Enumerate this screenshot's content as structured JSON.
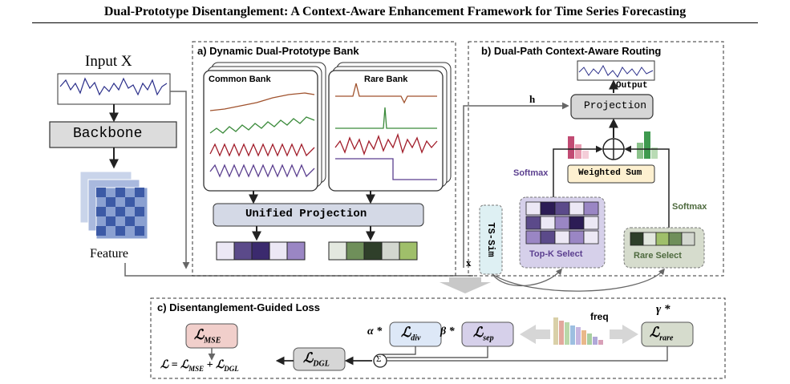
{
  "title": "Dual-Prototype Disentanglement: A Context-Aware Enhancement Framework for Time Series Forecasting",
  "left": {
    "input": "Input X",
    "backbone": "Backbone",
    "feature": "Feature"
  },
  "panel_a": {
    "title": "a) Dynamic Dual-Prototype Bank",
    "common": "Common Bank",
    "rare": "Rare Bank",
    "unified": "Unified Projection"
  },
  "panel_b": {
    "title": "b) Dual-Path Context-Aware Routing",
    "output": "Output",
    "projection": "Projection",
    "h": "h",
    "x": "x",
    "softmax_left": "Softmax",
    "softmax_right": "Softmax",
    "weighted_sum": "Weighted Sum",
    "ts_sim": "TS-Sim",
    "topk": "Top-K Select",
    "rare_select": "Rare Select"
  },
  "panel_c": {
    "title": "c) Disentanglement-Guided Loss",
    "mse": "ℒ",
    "mse_sub": "MSE",
    "dgl": "ℒ",
    "dgl_sub": "DGL",
    "formula": "ℒ = ℒ",
    "formula_sub1": "MSE",
    "formula_plus": " + ℒ",
    "formula_sub2": "DGL",
    "alpha": "α *",
    "div": "ℒ",
    "div_sub": "div",
    "beta": "β *",
    "sep": "ℒ",
    "sep_sub": "sep",
    "freq": "freq",
    "gamma": "γ *",
    "rare": "ℒ",
    "rare_sub": "rare",
    "sum": "Σ"
  },
  "colors": {
    "purple": "#5b3f8f",
    "green": "#5f8a4a",
    "pink": "#d98fa0",
    "blue": "#7f97c7"
  }
}
